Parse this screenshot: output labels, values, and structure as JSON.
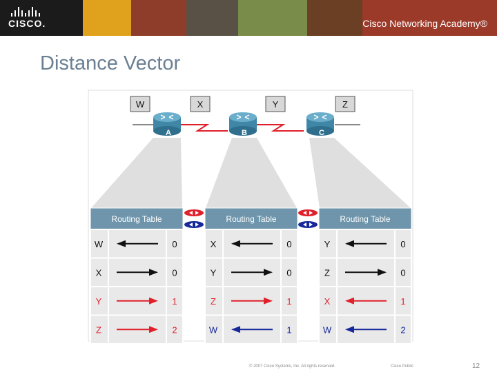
{
  "banner": {
    "logo_text": "CISCO.",
    "academy_text": "Cisco Networking Academy®"
  },
  "slide": {
    "title": "Distance Vector"
  },
  "diagram": {
    "networks": [
      "W",
      "X",
      "Y",
      "Z"
    ],
    "routers": [
      {
        "label": "A"
      },
      {
        "label": "B"
      },
      {
        "label": "C"
      }
    ],
    "table_header": "Routing Table",
    "tables": [
      {
        "router": "A",
        "rows": [
          {
            "net": "W",
            "dir": "left",
            "color": "black",
            "hops": "0"
          },
          {
            "net": "X",
            "dir": "right",
            "color": "black",
            "hops": "0"
          },
          {
            "net": "Y",
            "dir": "right",
            "color": "red",
            "hops": "1"
          },
          {
            "net": "Z",
            "dir": "right",
            "color": "red",
            "hops": "2"
          }
        ]
      },
      {
        "router": "B",
        "rows": [
          {
            "net": "X",
            "dir": "left",
            "color": "black",
            "hops": "0"
          },
          {
            "net": "Y",
            "dir": "right",
            "color": "black",
            "hops": "0"
          },
          {
            "net": "Z",
            "dir": "right",
            "color": "red",
            "hops": "1"
          },
          {
            "net": "W",
            "dir": "left",
            "color": "blue",
            "hops": "1"
          }
        ]
      },
      {
        "router": "C",
        "rows": [
          {
            "net": "Y",
            "dir": "left",
            "color": "black",
            "hops": "0"
          },
          {
            "net": "Z",
            "dir": "right",
            "color": "black",
            "hops": "0"
          },
          {
            "net": "X",
            "dir": "left",
            "color": "red",
            "hops": "1"
          },
          {
            "net": "W",
            "dir": "left",
            "color": "blue",
            "hops": "2"
          }
        ]
      }
    ],
    "colors": {
      "black": "#111111",
      "red": "#e0202a",
      "blue": "#16289a",
      "header_bg": "#6e95ab",
      "row_bg": "#e9e9e9",
      "router": "#4a8fae",
      "link": "#e0202a",
      "cone": "#dcdcdc"
    }
  },
  "footer": {
    "copyright": "© 2007 Cisco Systems, Inc. All rights reserved.",
    "classification": "Cisco Public",
    "page_number": "12"
  }
}
